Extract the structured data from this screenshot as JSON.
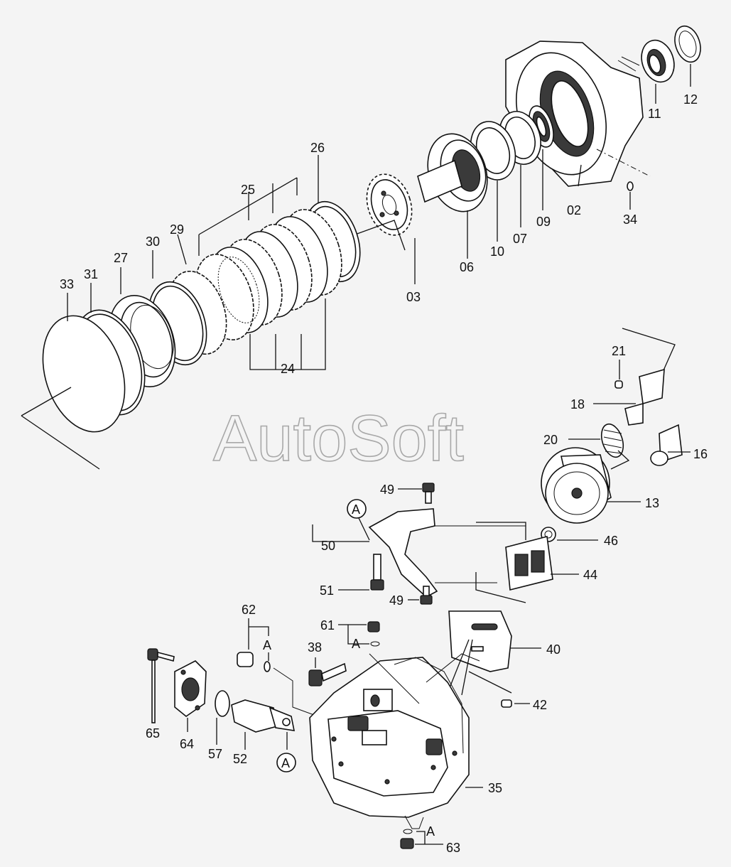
{
  "watermark": "AutoSoft",
  "ref_marker": "A",
  "labels": {
    "p02": "02",
    "p03": "03",
    "p06": "06",
    "p07": "07",
    "p09": "09",
    "p10": "10",
    "p11": "11",
    "p12": "12",
    "p13": "13",
    "p16": "16",
    "p18": "18",
    "p20": "20",
    "p21": "21",
    "p24": "24",
    "p25": "25",
    "p26": "26",
    "p27": "27",
    "p29": "29",
    "p30": "30",
    "p31": "31",
    "p33": "33",
    "p34": "34",
    "p35": "35",
    "p38": "38",
    "p40": "40",
    "p42": "42",
    "p44": "44",
    "p46": "46",
    "p49a": "49",
    "p49b": "49",
    "p50": "50",
    "p51": "51",
    "p52": "52",
    "p57": "57",
    "p61": "61",
    "p62": "62",
    "p63": "63",
    "p64": "64",
    "p65": "65"
  }
}
